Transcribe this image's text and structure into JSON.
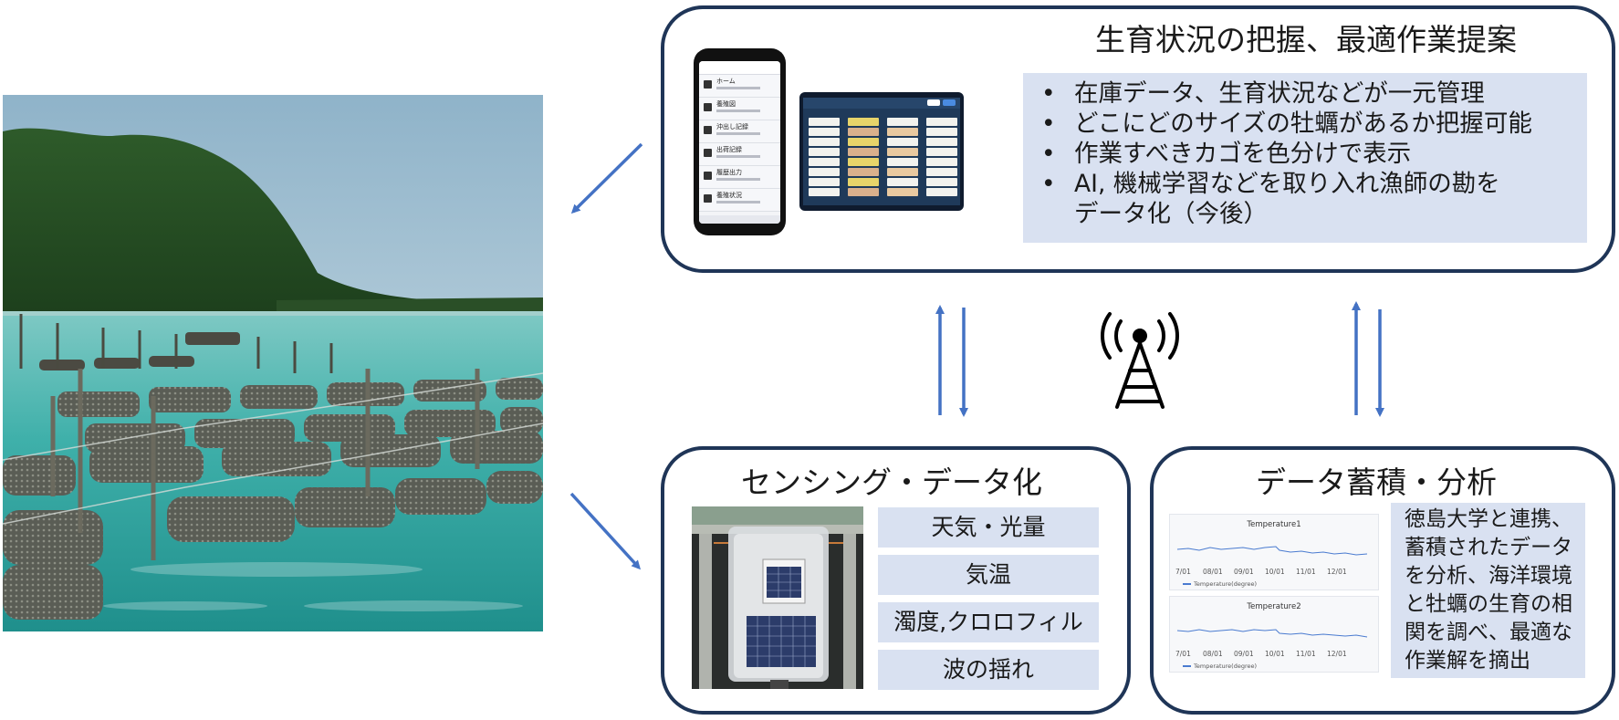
{
  "top_panel": {
    "title": "生育状況の把握、最適作業提案",
    "bullets": [
      "在庫データ、生育状況などが一元管理",
      "どこにどのサイズの牡蠣があるか把握可能",
      "作業すべきカゴを色分けで表示",
      "AI, 機械学習などを取り入れ漁師の勘を",
      "データ化（今後）"
    ],
    "phone_menu": [
      "ホーム",
      "養殖図",
      "沖出し記録",
      "出荷記録",
      "履歴出力",
      "養殖状況"
    ]
  },
  "sensing_panel": {
    "title": "センシング・データ化",
    "items": [
      "天気・光量",
      "気温",
      "濁度,クロロフィル",
      "波の揺れ"
    ]
  },
  "analysis_panel": {
    "title": "データ蓄積・分析",
    "charts": [
      {
        "title": "Temperature1",
        "x_labels": [
          "7/01",
          "08/01",
          "09/01",
          "10/01",
          "11/01",
          "12/01"
        ],
        "legend": "Temperature(degree)"
      },
      {
        "title": "Temperature2",
        "x_labels": [
          "7/01",
          "08/01",
          "09/01",
          "10/01",
          "11/01",
          "12/01"
        ],
        "legend": "Temperature(degree)"
      }
    ],
    "description_lines": [
      "徳島大学と連携、",
      "蓄積されたデータ",
      "を分析、海洋環境",
      "と牡蠣の生育の相",
      "関を調べ、最適な",
      "作業解を摘出"
    ]
  },
  "colors": {
    "panel_border": "#1f3557",
    "box_fill": "#d9e1f1",
    "arrow": "#4472c4",
    "antenna": "#000000"
  },
  "icons": {
    "connection": "radio-tower-icon",
    "arrows": [
      "arrow-down-left",
      "arrow-down-right",
      "bidirectional-arrows"
    ]
  }
}
